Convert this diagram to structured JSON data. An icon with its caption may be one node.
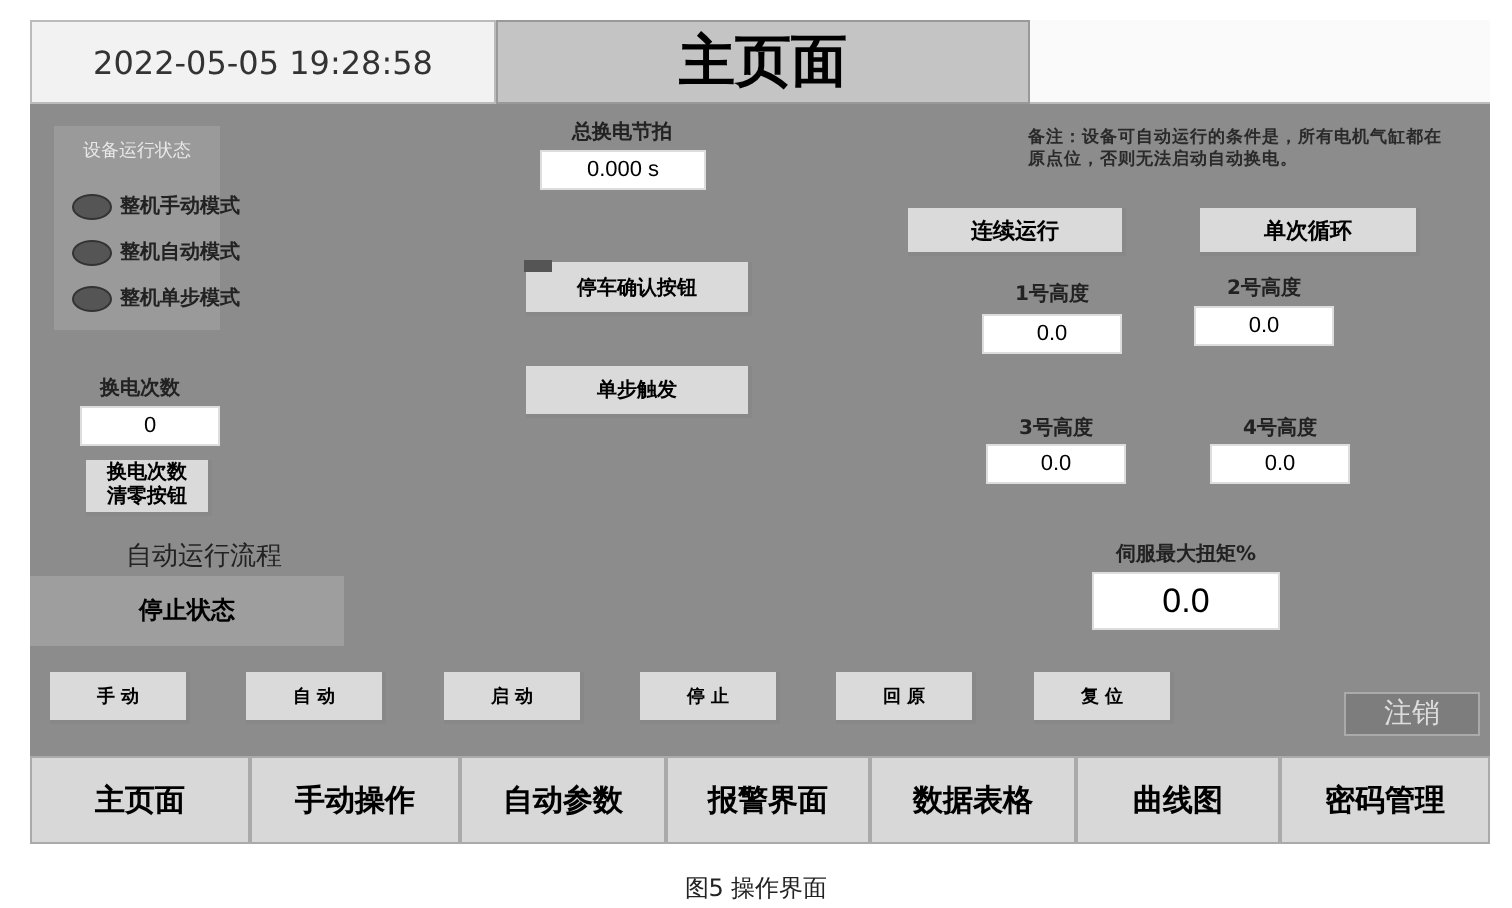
{
  "diagram": {
    "caption": "图5 操作界面",
    "nodes": [
      {
        "text": [
          "2022-05-05 19:28:58"
        ]
      },
      {
        "text": [
          "主页面"
        ]
      },
      {
        "text": [
          "设备运行状态"
        ]
      },
      {
        "text": [],
        "shape": "circle",
        "in": 2,
        "beside": [
          "整机手动模式"
        ]
      },
      {
        "text": [],
        "shape": "circle",
        "in": 2,
        "beside": [
          "整机自动模式"
        ]
      },
      {
        "text": [],
        "shape": "circle",
        "in": 2,
        "beside": [
          "整机单步模式"
        ]
      },
      {
        "text": [
          "0.000 s"
        ],
        "beside": [
          "总换电节拍"
        ]
      },
      {
        "text": [
          "停车确认按钮"
        ]
      },
      {
        "text": [
          "单步触发"
        ]
      },
      {
        "text": [
          "0"
        ],
        "beside": [
          "换电次数"
        ]
      },
      {
        "text": [
          "换电次数清零按钮"
        ]
      },
      {
        "text": [
          "停止状态"
        ],
        "beside": [
          "自动运行流程"
        ]
      },
      {
        "text": [
          "连续运行"
        ]
      },
      {
        "text": [
          "单次循环"
        ]
      },
      {
        "text": [
          "0.0"
        ],
        "beside": [
          "1号高度"
        ]
      },
      {
        "text": [
          "0.0"
        ],
        "beside": [
          "2号高度"
        ]
      },
      {
        "text": [
          "0.0"
        ],
        "beside": [
          "3号高度"
        ]
      },
      {
        "text": [
          "0.0"
        ],
        "beside": [
          "4号高度"
        ]
      },
      {
        "text": [
          "0.0"
        ],
        "beside": [
          "伺服最大扭矩%"
        ]
      },
      {
        "text": [
          "手 动"
        ]
      },
      {
        "text": [
          "自 动"
        ]
      },
      {
        "text": [
          "启 动"
        ]
      },
      {
        "text": [
          "停 止"
        ]
      },
      {
        "text": [
          "回 原"
        ]
      },
      {
        "text": [
          "复 位"
        ]
      },
      {
        "text": [
          "注销"
        ]
      },
      {
        "text": [
          "主页面"
        ]
      },
      {
        "text": [
          "手动操作"
        ]
      },
      {
        "text": [
          "自动参数"
        ]
      },
      {
        "text": [
          "报警界面"
        ]
      },
      {
        "text": [
          "数据表格"
        ]
      },
      {
        "text": [
          "曲线图"
        ]
      },
      {
        "text": [
          "密码管理"
        ]
      }
    ],
    "labels": [
      "备注：设备可自动运行的条件是，所有电机气缸都在原点位，否则无法启动自动换电。"
    ]
  }
}
